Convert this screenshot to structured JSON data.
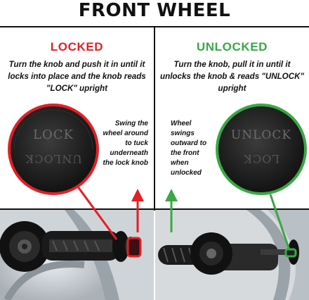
{
  "page": {
    "title": "FRONT WHEEL"
  },
  "locked": {
    "heading": "LOCKED",
    "description": "Turn the knob and push it in until it locks into place and the knob reads \"LOCK\" upright",
    "note": "Swing the wheel around to tuck underneath the lock knob",
    "knob_text": [
      "LOCK",
      "UNLOCK"
    ]
  },
  "unlocked": {
    "heading": "UNLOCKED",
    "description": "Turn the knob, pull it in until it unlocks the knob & reads \"UNLOCK\" upright",
    "note": "Wheel swings outward to the front when unlocked",
    "knob_text": [
      "UNLOCK",
      "LOCK"
    ]
  },
  "colors": {
    "locked": "#e41f26",
    "unlocked": "#39a845",
    "text": "#111111"
  }
}
